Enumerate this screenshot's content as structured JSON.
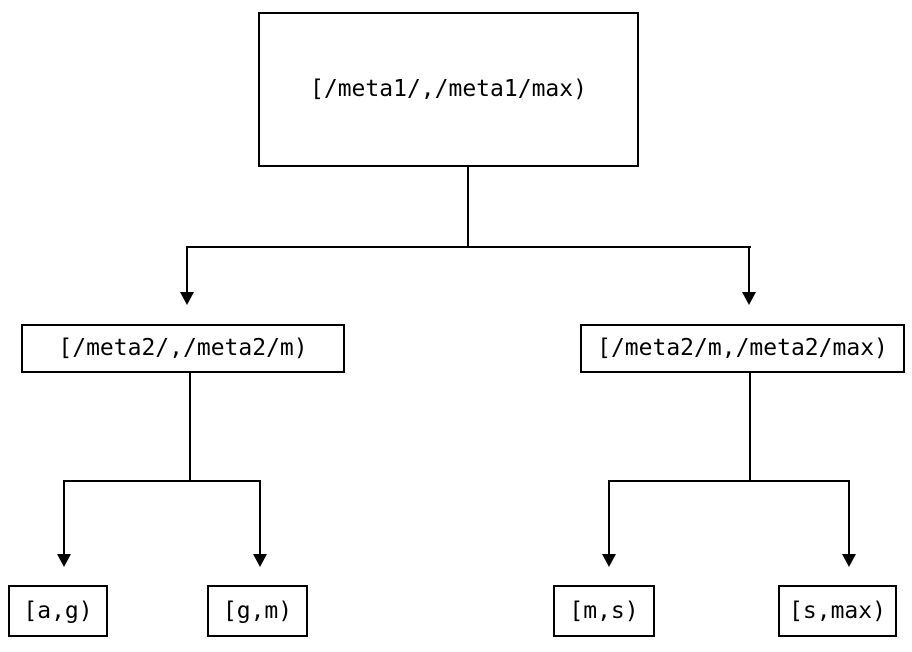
{
  "diagram": {
    "type": "tree",
    "orientation": "top-down",
    "background_color": "#ffffff",
    "line_color": "#000000",
    "text_color": "#000000",
    "nodes": {
      "root": {
        "label": "[/meta1/,/meta1/max)"
      },
      "level2": [
        {
          "label": "[/meta2/,/meta2/m)"
        },
        {
          "label": "[/meta2/m,/meta2/max)"
        }
      ],
      "leaves": [
        {
          "label": "[a,g)"
        },
        {
          "label": "[g,m)"
        },
        {
          "label": "[m,s)"
        },
        {
          "label": "[s,max)"
        }
      ]
    },
    "edges": [
      {
        "from": "root",
        "to": "[/meta2/,/meta2/m)",
        "arrow": "down"
      },
      {
        "from": "root",
        "to": "[/meta2/m,/meta2/max)",
        "arrow": "down"
      },
      {
        "from": "[/meta2/,/meta2/m)",
        "to": "[a,g)",
        "arrow": "down"
      },
      {
        "from": "[/meta2/,/meta2/m)",
        "to": "[g,m)",
        "arrow": "down"
      },
      {
        "from": "[/meta2/m,/meta2/max)",
        "to": "[m,s)",
        "arrow": "down"
      },
      {
        "from": "[/meta2/m,/meta2/max)",
        "to": "[s,max)",
        "arrow": "down"
      }
    ]
  }
}
